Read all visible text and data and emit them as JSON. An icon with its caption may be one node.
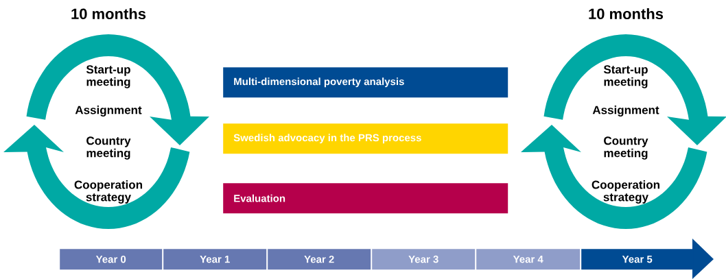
{
  "diagram": {
    "nodes": [
      {
        "text": [
          "Start-up meeting",
          "Assignment",
          "Country meeting",
          "Cooperation strategy"
        ],
        "beside": [
          "10 months"
        ]
      },
      {
        "text": [
          "Start-up meeting",
          "Assignment",
          "Country meeting",
          "Cooperation strategy"
        ],
        "beside": [
          "10 months"
        ]
      },
      {
        "text": [
          "Multi-dimensional poverty analysis"
        ]
      },
      {
        "text": [
          "Swedish advocacy in the PRS process"
        ]
      },
      {
        "text": [
          "Evaluation"
        ]
      },
      {
        "text": [
          "Year 0"
        ]
      },
      {
        "text": [
          "Year 1"
        ]
      },
      {
        "text": [
          "Year 2"
        ]
      },
      {
        "text": [
          "Year 3"
        ]
      },
      {
        "text": [
          "Year 4"
        ]
      },
      {
        "text": [
          "Year 5"
        ]
      }
    ]
  }
}
